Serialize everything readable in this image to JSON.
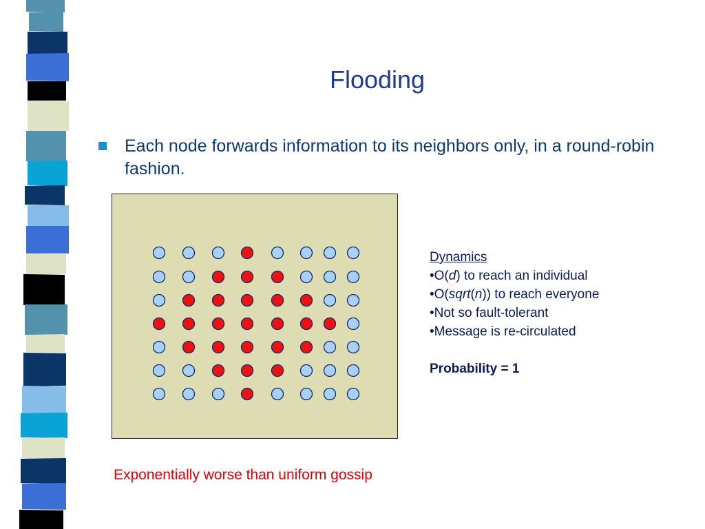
{
  "slide": {
    "title": "Flooding",
    "bullet": "Each node forwards information to its neighbors only, in a round-robin fashion."
  },
  "grid": {
    "rows": [
      [
        "blue",
        "blue",
        "blue",
        "red",
        "blue",
        "blue",
        "blue",
        "blue"
      ],
      [
        "blue",
        "blue",
        "red",
        "red",
        "red",
        "blue",
        "blue",
        "blue"
      ],
      [
        "blue",
        "red",
        "red",
        "red",
        "red",
        "red",
        "blue",
        "blue"
      ],
      [
        "red",
        "red",
        "red",
        "red",
        "red",
        "red",
        "red",
        "blue"
      ],
      [
        "blue",
        "red",
        "red",
        "red",
        "red",
        "red",
        "blue",
        "blue"
      ],
      [
        "blue",
        "blue",
        "red",
        "red",
        "red",
        "blue",
        "blue",
        "blue"
      ],
      [
        "blue",
        "blue",
        "blue",
        "red",
        "blue",
        "blue",
        "blue",
        "blue"
      ]
    ],
    "colors": {
      "blue": "#a9d1f7",
      "red": "#ee1111",
      "panel": "#dedcb2",
      "stroke": "#0f2c6b"
    }
  },
  "dynamics": {
    "heading": "Dynamics",
    "line1_prefix": "•O(",
    "line1_var": "d",
    "line1_suffix": ") to reach an individual",
    "line2_prefix": "•O(",
    "line2_func": "sqrt",
    "line2_open": "(",
    "line2_var": "n",
    "line2_suffix": ")) to reach everyone",
    "line3": "•Not so fault-tolerant",
    "line4": "•Message is re-circulated",
    "probability": "Probability = 1"
  },
  "note": "Exponentially worse than uniform gossip",
  "decor": {
    "stripe_colors": [
      "#0b3567",
      "#3c6fd6",
      "#dfe3c5",
      "#000000",
      "#5391ad",
      "#0aa3d6",
      "#86bde8"
    ]
  }
}
